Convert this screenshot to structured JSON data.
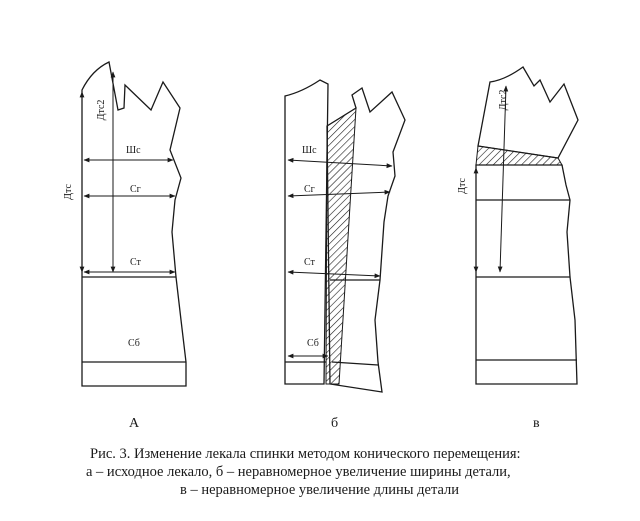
{
  "panels": [
    {
      "id": "a",
      "panel_label": "А",
      "labels": {
        "dts": "Дтс",
        "dts2": "Дтс2",
        "shs": "Шс",
        "sg": "Сг",
        "st": "Ст",
        "sb": "Сб"
      }
    },
    {
      "id": "b",
      "panel_label": "б",
      "labels": {
        "shs": "Шс",
        "sg": "Сг",
        "st": "Ст",
        "sb": "Сб"
      }
    },
    {
      "id": "v",
      "panel_label": "в",
      "labels": {
        "dts": "Дтс",
        "dts2": "Дтс2"
      }
    }
  ],
  "caption": {
    "line1": "Рис. 3. Изменение лекала спинки методом конического перемещения:",
    "line2": "а – исходное лекало, б – неравномерное увеличение ширины детали,",
    "line3": "в – неравномерное увеличение длины детали"
  }
}
